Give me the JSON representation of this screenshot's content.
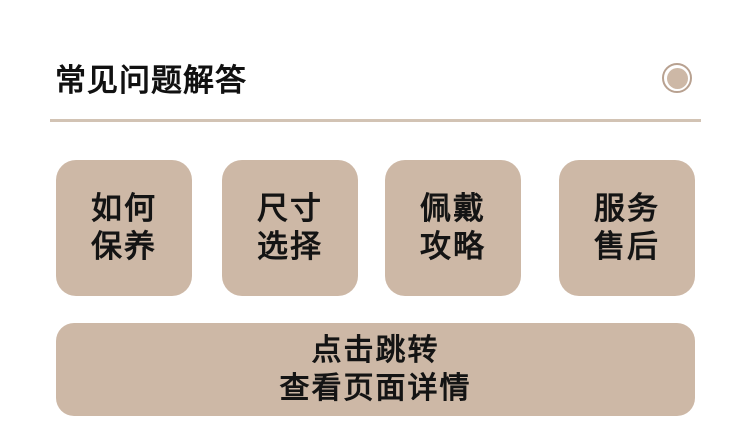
{
  "header": {
    "title": "常见问题解答"
  },
  "tiles": [
    {
      "line1": "如何",
      "line2": "保养"
    },
    {
      "line1": "尺寸",
      "line2": "选择"
    },
    {
      "line1": "佩戴",
      "line2": "攻略"
    },
    {
      "line1": "服务",
      "line2": "售后"
    }
  ],
  "cta": {
    "line1": "点击跳转",
    "line2": "查看页面详情"
  },
  "colors": {
    "accent": "#cdb8a6",
    "divider": "#d2c3b4",
    "text": "#141414"
  }
}
